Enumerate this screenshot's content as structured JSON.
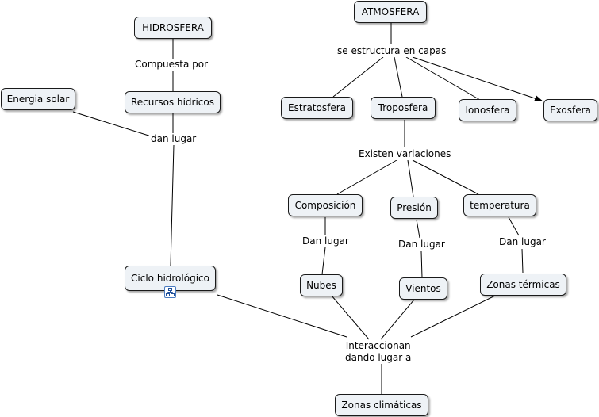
{
  "concepts": {
    "hidrosfera": "HIDROSFERA",
    "atmosfera": "ATMOSFERA",
    "energia_solar": "Energia solar",
    "recursos_hidricos": "Recursos hídricos",
    "ciclo_hidrologico": "Ciclo hidrológico",
    "estratosfera": "Estratosfera",
    "troposfera": "Troposfera",
    "ionosfera": "Ionosfera",
    "exosfera": "Exosfera",
    "composicion": "Composición",
    "presion": "Presión",
    "temperatura": "temperatura",
    "nubes": "Nubes",
    "vientos": "Vientos",
    "zonas_termicas": "Zonas térmicas",
    "zonas_climaticas": "Zonas climáticas"
  },
  "links": {
    "compuesta_por": "Compuesta por",
    "dan_lugar": "dan lugar",
    "se_estructura": "se estructura en capas",
    "existen_variaciones": "Existen variaciones",
    "dan_lugar_1": "Dan lugar",
    "dan_lugar_2": "Dan lugar",
    "dan_lugar_3": "Dan lugar",
    "interaccionan": "Interaccionan\ndando lugar a"
  },
  "icons": {
    "submap": "concept-map-icon"
  },
  "colors": {
    "node_fill": "#eef2f6",
    "node_border": "#1a1a1a",
    "line": "#000000"
  }
}
